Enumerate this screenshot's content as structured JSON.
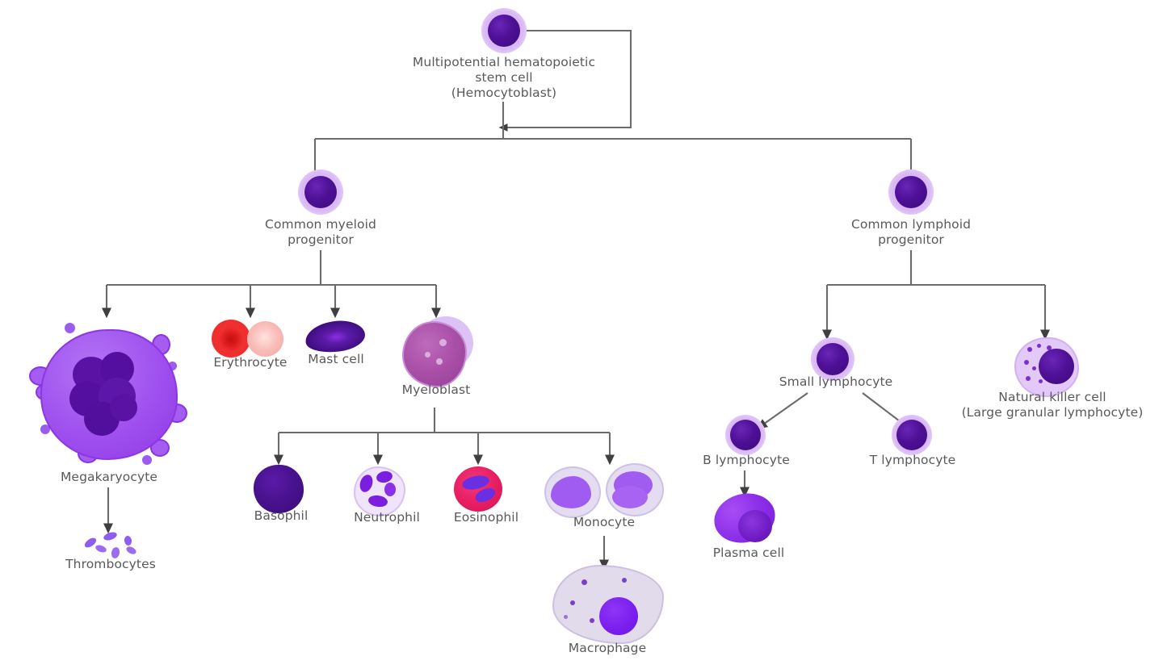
{
  "diagram": {
    "title": "Hematopoiesis lineage diagram",
    "background": "#ffffff",
    "line_color": "#58595b",
    "label_color": "#58595b",
    "palette": {
      "stem_core": "#4a0d94",
      "stem_halo": "#c9a0ef",
      "megakaryocyte_body": "#9b4dea",
      "megakaryocyte_nucleus": "#5b12a5",
      "erythrocyte_red": "#ef2b2b",
      "erythrocyte_pale": "#f6a8a3",
      "mast_cell": "#41117e",
      "mast_cell_center": "#8b2fe0",
      "myeloblast_body": "#a94fa8",
      "basophil": "#4a1190",
      "neutrophil_cytoplasm": "#ece0fa",
      "neutrophil_nucleus": "#7a1fe0",
      "eosinophil_cytoplasm": "#e81f63",
      "eosinophil_nucleus": "#6a2fe0",
      "monocyte_cytoplasm": "#ddd2ec",
      "monocyte_nucleus": "#a05cf0",
      "macrophage_body": "#ded6ea",
      "macrophage_nucleus": "#7b1ff0",
      "plasma_cell": "#8b2fe8",
      "nk_cytoplasm": "#e3c9f7",
      "thrombocyte": "#9b6cf0"
    },
    "nodes": [
      {
        "id": "hsc",
        "label": "Multipotential hematopoietic\nstem cell\n(Hemocytoblast)",
        "kind": "stem-cell"
      },
      {
        "id": "cmp",
        "label": "Common myeloid\nprogenitor",
        "kind": "stem-cell"
      },
      {
        "id": "clp",
        "label": "Common lymphoid\nprogenitor",
        "kind": "stem-cell"
      },
      {
        "id": "megakaryocyte",
        "label": "Megakaryocyte",
        "kind": "megakaryocyte"
      },
      {
        "id": "thrombocytes",
        "label": "Thrombocytes",
        "kind": "platelets"
      },
      {
        "id": "erythrocyte",
        "label": "Erythrocyte",
        "kind": "erythrocyte-pair"
      },
      {
        "id": "mast-cell",
        "label": "Mast cell",
        "kind": "mast-cell"
      },
      {
        "id": "myeloblast",
        "label": "Myeloblast",
        "kind": "myeloblast"
      },
      {
        "id": "basophil",
        "label": "Basophil",
        "kind": "basophil"
      },
      {
        "id": "neutrophil",
        "label": "Neutrophil",
        "kind": "neutrophil"
      },
      {
        "id": "eosinophil",
        "label": "Eosinophil",
        "kind": "eosinophil"
      },
      {
        "id": "monocyte",
        "label": "Monocyte",
        "kind": "monocyte-pair"
      },
      {
        "id": "macrophage",
        "label": "Macrophage",
        "kind": "macrophage"
      },
      {
        "id": "small-lymphocyte",
        "label": "Small lymphocyte",
        "kind": "stem-cell"
      },
      {
        "id": "b-lymphocyte",
        "label": "B lymphocyte",
        "kind": "stem-cell"
      },
      {
        "id": "t-lymphocyte",
        "label": "T lymphocyte",
        "kind": "stem-cell"
      },
      {
        "id": "plasma-cell",
        "label": "Plasma cell",
        "kind": "plasma-cell"
      },
      {
        "id": "natural-killer-cell",
        "label": "Natural killer cell\n(Large granular lymphocyte)",
        "kind": "nk-cell"
      }
    ],
    "edges": [
      {
        "from": "hsc",
        "to": "hsc",
        "type": "self-renewal-loop"
      },
      {
        "from": "hsc",
        "to": "cmp",
        "type": "bus"
      },
      {
        "from": "hsc",
        "to": "clp",
        "type": "bus"
      },
      {
        "from": "cmp",
        "to": "megakaryocyte",
        "type": "bus"
      },
      {
        "from": "cmp",
        "to": "erythrocyte",
        "type": "bus"
      },
      {
        "from": "cmp",
        "to": "mast-cell",
        "type": "bus"
      },
      {
        "from": "cmp",
        "to": "myeloblast",
        "type": "bus"
      },
      {
        "from": "megakaryocyte",
        "to": "thrombocytes",
        "type": "straight"
      },
      {
        "from": "myeloblast",
        "to": "basophil",
        "type": "bus"
      },
      {
        "from": "myeloblast",
        "to": "neutrophil",
        "type": "bus"
      },
      {
        "from": "myeloblast",
        "to": "eosinophil",
        "type": "bus"
      },
      {
        "from": "myeloblast",
        "to": "monocyte",
        "type": "bus"
      },
      {
        "from": "monocyte",
        "to": "macrophage",
        "type": "straight"
      },
      {
        "from": "clp",
        "to": "small-lymphocyte",
        "type": "bus"
      },
      {
        "from": "clp",
        "to": "natural-killer-cell",
        "type": "bus"
      },
      {
        "from": "small-lymphocyte",
        "to": "b-lymphocyte",
        "type": "diagonal"
      },
      {
        "from": "small-lymphocyte",
        "to": "t-lymphocyte",
        "type": "diagonal"
      },
      {
        "from": "b-lymphocyte",
        "to": "plasma-cell",
        "type": "straight"
      }
    ]
  }
}
